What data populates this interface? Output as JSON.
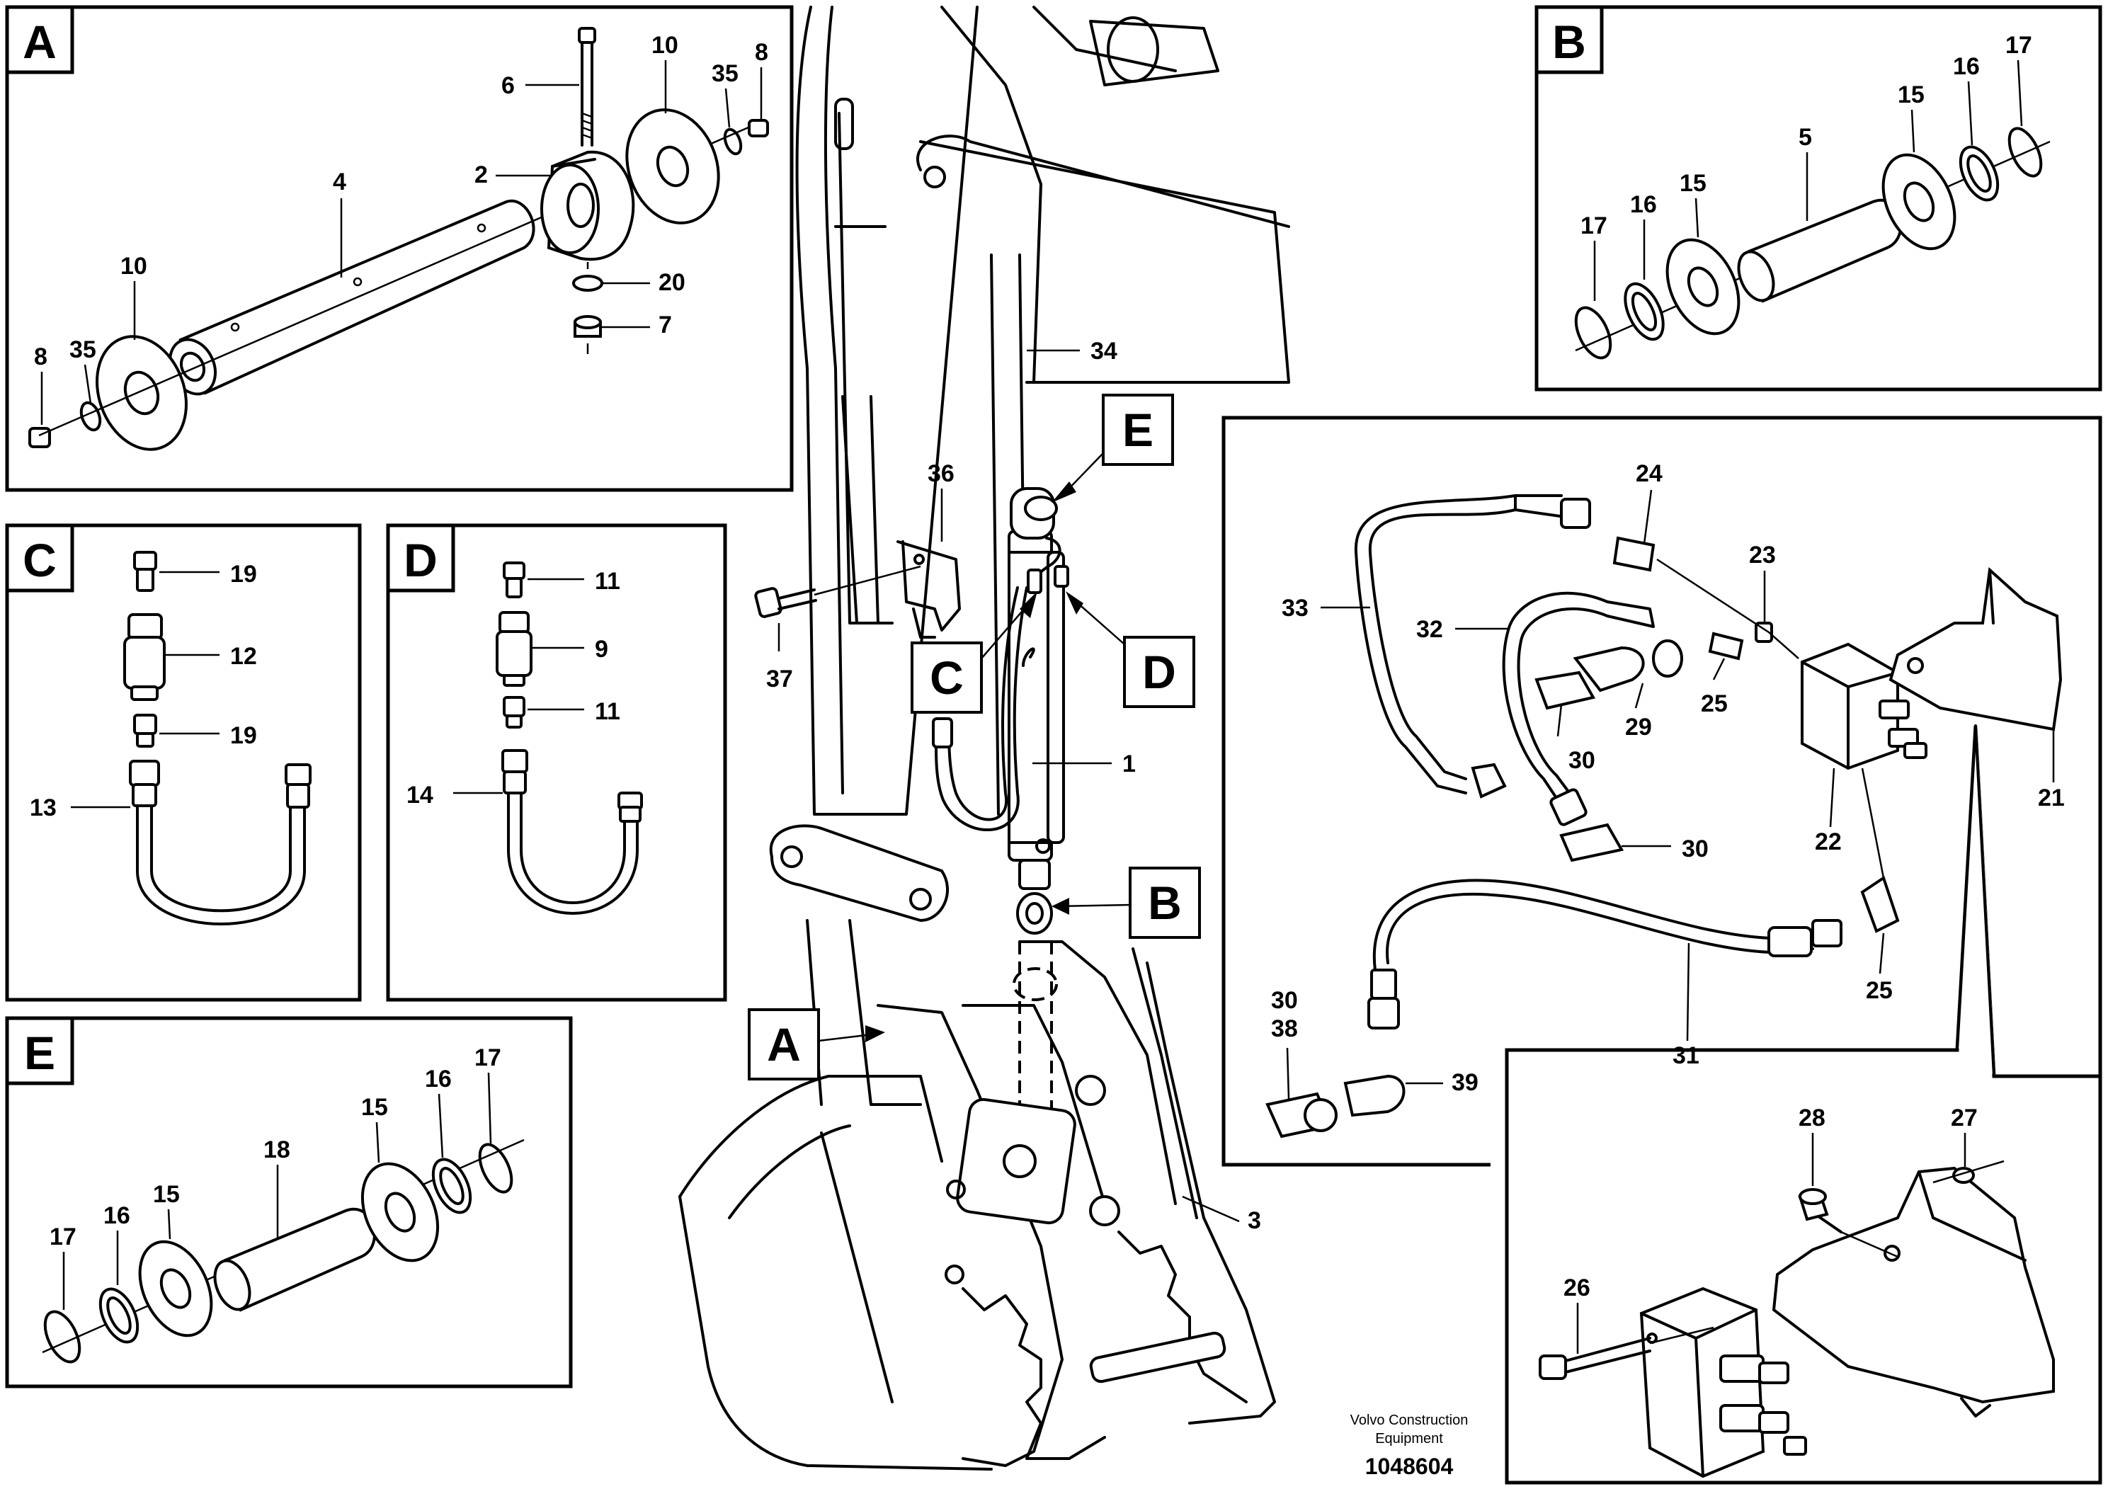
{
  "credit": {
    "brand": "Volvo Construction",
    "brand_line2": "Equipment",
    "drawing_number": "1048604"
  },
  "detail_boxes": [
    "A",
    "B",
    "C",
    "D",
    "E"
  ],
  "callouts_main": [
    "A",
    "B",
    "C",
    "D",
    "E"
  ],
  "part_labels": {
    "p1": "1",
    "p2": "2",
    "p3": "3",
    "p4": "4",
    "p5": "5",
    "p6": "6",
    "p7": "7",
    "p8": "8",
    "p9": "9",
    "p10": "10",
    "p11": "11",
    "p12": "12",
    "p13": "13",
    "p14": "14",
    "p15": "15",
    "p16": "16",
    "p17": "17",
    "p18": "18",
    "p19": "19",
    "p20": "20",
    "p21": "21",
    "p22": "22",
    "p23": "23",
    "p24": "24",
    "p25": "25",
    "p26": "26",
    "p27": "27",
    "p28": "28",
    "p29": "29",
    "p30": "30",
    "p31": "31",
    "p32": "32",
    "p33": "33",
    "p34": "34",
    "p35": "35",
    "p36": "36",
    "p37": "37",
    "p38": "38",
    "p39": "39"
  }
}
